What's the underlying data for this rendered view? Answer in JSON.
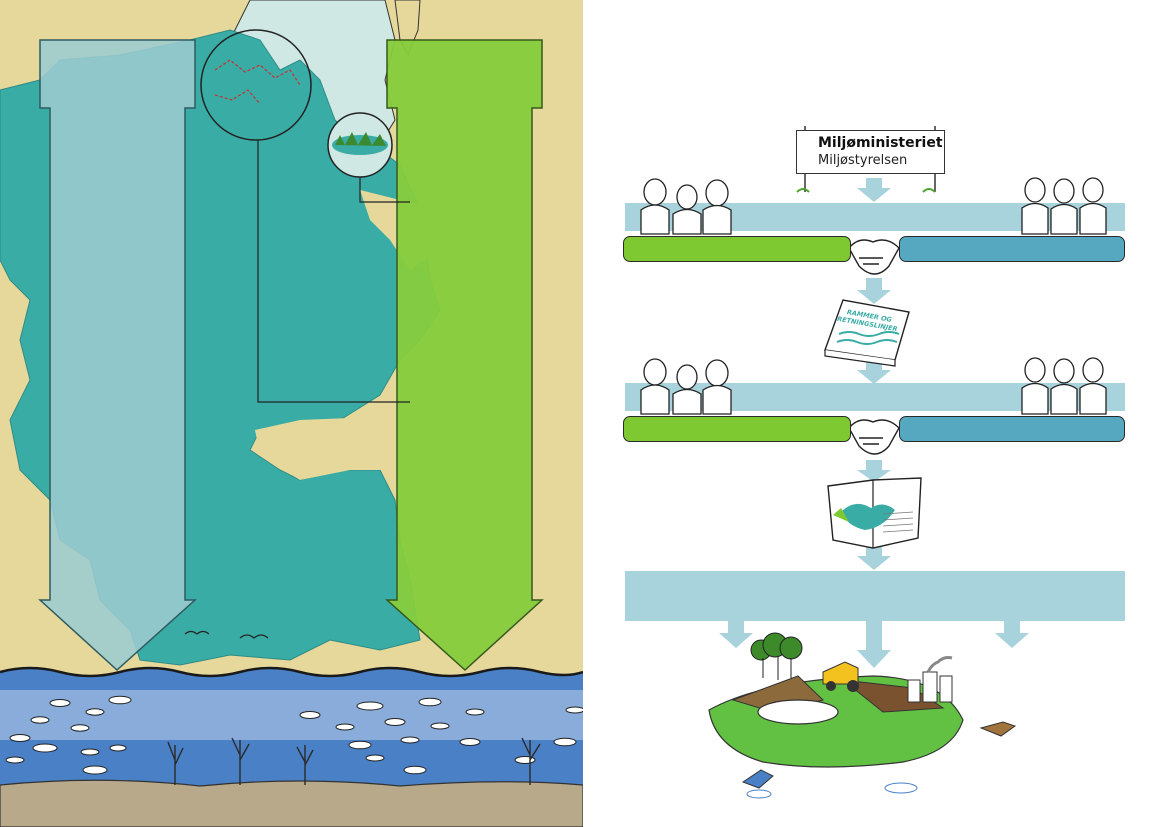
{
  "colors": {
    "sand": "#e6d89a",
    "catchment_teal": "#3aaca6",
    "catchment_pale": "#8cc4cc",
    "arrow_green": "#86cc3c",
    "water_blue": "#4a80c6",
    "band_light_blue": "#a8d2dc",
    "bar_green": "#7ec832",
    "bar_blue": "#55a8c0"
  },
  "sign": {
    "title": "Miljøministeriet",
    "subtitle": "Miljøstyrelsen"
  },
  "book": {
    "title_line1": "RAMMER OG",
    "title_line2": "RETNINGSLINJER"
  },
  "icons": [
    "people-group-icon",
    "staff-group-icon",
    "handshake-icon",
    "guidelines-book-icon",
    "open-plan-book-icon",
    "landscape-island-icon",
    "fish-icon",
    "waterplant-icon"
  ]
}
